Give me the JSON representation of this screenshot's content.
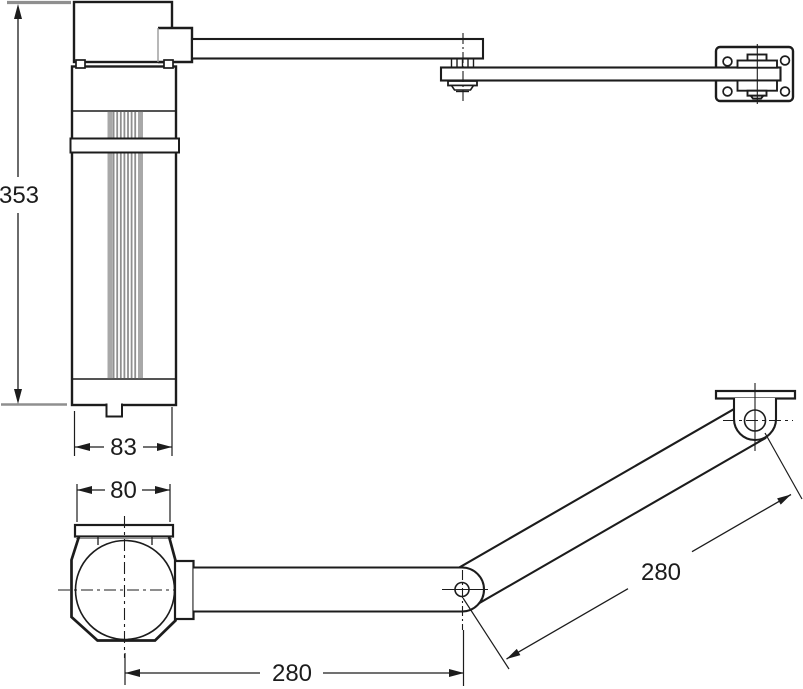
{
  "figure": {
    "type": "technical-drawing",
    "subject": "door closer with scissor arm, dimensioned orthographic views",
    "colors": {
      "line": "#1c1c1c",
      "extension_line": "#8f8f8f",
      "hatch": "#a8a8a8",
      "background": "#ffffff"
    }
  },
  "dimensions": {
    "body_height": "353",
    "body_width": "83",
    "plate_width": "80",
    "arm_reach_horizontal": "280",
    "arm_reach_diagonal": "280"
  }
}
